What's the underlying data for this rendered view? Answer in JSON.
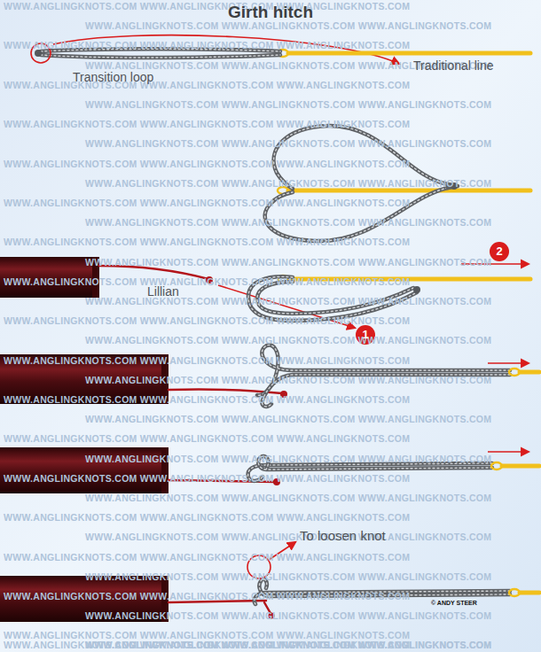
{
  "diagram": {
    "title": "Girth hitch",
    "labels": [
      "Transition loop",
      "Traditional line",
      "Lillian",
      "1",
      "2",
      "To loosen knot",
      "© ANDY STEER",
      "WWW.ANGLINGKNOTS.COM WWW.ANGLINGKNOTS.COM WWW.ANGLINGKNOTS.COM",
      "WWW.ANGLINGKNOTS.COM WWW.ANGLINGKNOTS.COM WWW.ANGLINGKNOTS.COM",
      "WWW.ANGLINGKNOTS.COM WWW.ANGLINGKNOTS.COM WWW.ANGLINGKNOTS.COM",
      "WWW.ANGLINGKNOTS.COM WWW.ANGLINGKNOTS.COM WWW.ANGLINGKNOTS.COM",
      "WWW.ANGLINGKNOTS.COM WWW.ANGLINGKNOTS.COM WWW.ANGLINGKNOTS.COM",
      "WWW.ANGLINGKNOTS.COM WWW.ANGLINGKNOTS.COM WWW.ANGLINGKNOTS.COM",
      "WWW.ANGLINGKNOTS.COM WWW.ANGLINGKNOTS.COM WWW.ANGLINGKNOTS.COM",
      "WWW.ANGLINGKNOTS.COM WWW.ANGLINGKNOTS.COM WWW.ANGLINGKNOTS.COM",
      "WWW.ANGLINGKNOTS.COM WWW.ANGLINGKNOTS.COM WWW.ANGLINGKNOTS.COM",
      "WWW.ANGLINGKNOTS.COM WWW.ANGLINGKNOTS.COM WWW.ANGLINGKNOTS.COM",
      "WWW.ANGLINGKNOTS.COM WWW.ANGLINGKNOTS.COM WWW.ANGLINGKNOTS.COM",
      "WWW.ANGLINGKNOTS.COM WWW.ANGLINGKNOTS.COM WWW.ANGLINGKNOTS.COM",
      "WWW.ANGLINGKNOTS.COM WWW.ANGLINGKNOTS.COM WWW.ANGLINGKNOTS.COM",
      "WWW.ANGLINGKNOTS.COM WWW.ANGLINGKNOTS.COM WWW.ANGLINGKNOTS.COM",
      "WWW.ANGLINGKNOTS.COM WWW.ANGLINGKNOTS.COM WWW.ANGLINGKNOTS.COM",
      "WWW.ANGLINGKNOTS.COM WWW.ANGLINGKNOTS.COM WWW.ANGLINGKNOTS.COM",
      "WWW.ANGLINGKNOTS.COM WWW.ANGLINGKNOTS.COM WWW.ANGLINGKNOTS.COM",
      "WWW.ANGLINGKNOTS.COM WWW.ANGLINGKNOTS.COM WWW.ANGLINGKNOTS.COM",
      "WWW.ANGLINGKNOTS.COM WWW.ANGLINGKNOTS.COM WWW.ANGLINGKNOTS.COM",
      "WWW.ANGLINGKNOTS.COM WWW.ANGLINGKNOTS.COM WWW.ANGLINGKNOTS.COM",
      "WWW.ANGLINGKNOTS.COM WWW.ANGLINGKNOTS.COM WWW.ANGLINGKNOTS.COM",
      "WWW.ANGLINGKNOTS.COM WWW.ANGLINGKNOTS.COM WWW.ANGLINGKNOTS.COM",
      "WWW.ANGLINGKNOTS.COM WWW.ANGLINGKNOTS.COM WWW.ANGLINGKNOTS.COM",
      "WWW.ANGLINGKNOTS.COM WWW.ANGLINGKNOTS.COM WWW.ANGLINGKNOTS.COM",
      "WWW.ANGLINGKNOTS.COM WWW.ANGLINGKNOTS.COM WWW.ANGLINGKNOTS.COM",
      "WWW.ANGLINGKNOTS.COM WWW.ANGLINGKNOTS.COM WWW.ANGLINGKNOTS.COM",
      "WWW.ANGLINGKNOTS.COM WWW.ANGLINGKNOTS.COM WWW.ANGLINGKNOTS.COM",
      "WWW.ANGLINGKNOTS.COM WWW.ANGLINGKNOTS.COM WWW.ANGLINGKNOTS.COM",
      "WWW.ANGLINGKNOTS.COM WWW.ANGLINGKNOTS.COM WWW.ANGLINGKNOTS.COM",
      "WWW.ANGLINGKNOTS.COM WWW.ANGLINGKNOTS.COM WWW.ANGLINGKNOTS.COM",
      "WWW.ANGLINGKNOTS.COM WWW.ANGLINGKNOTS.COM WWW.ANGLINGKNOTS.COM",
      "WWW.ANGLINGKNOTS.COM WWW.ANGLINGKNOTS.COM WWW.ANGLINGKNOTS.COM",
      "WWW.ANGLINGKNOTS.COM WWW.ANGLINGKNOTS.COM WWW.ANGLINGKNOTS.COM",
      "WWW.ANGLINGKNOTS.COM WWW.ANGLINGKNOTS.COM WWW.ANGLINGKNOTS.COM",
      "WWW.ANGLINGKNOTS.COM WWW.ANGLINGKNOTS.COM WWW.ANGLINGKNOTS.COM",
      "WWW.ANGLINGKNOTS.COM WWW.ANGLINGKNOTS.COM WWW.ANGLINGKNOTS.COM"
    ]
  }
}
